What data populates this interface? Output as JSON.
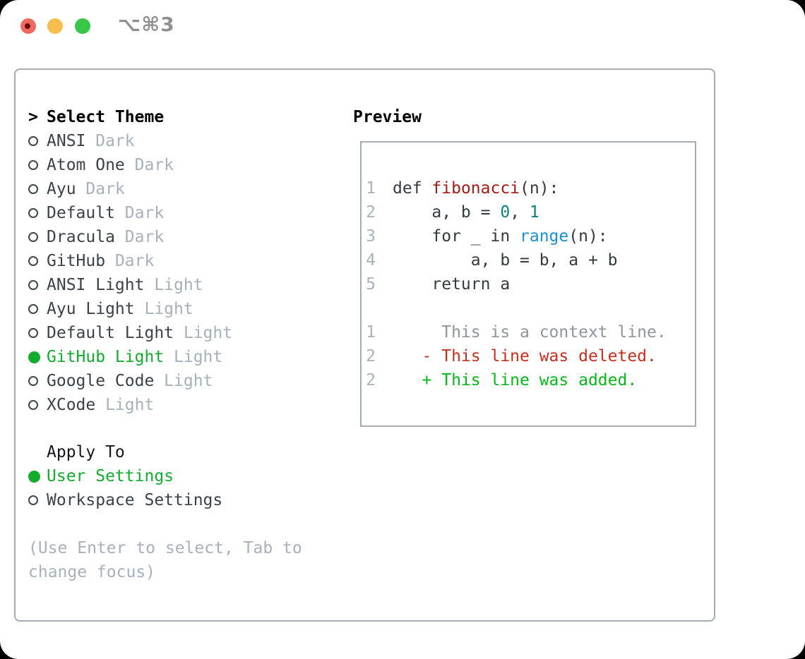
{
  "window": {
    "shortcut_label": "⌥⌘3",
    "traffic_lights": [
      "close",
      "minimize",
      "zoom"
    ]
  },
  "colors": {
    "code": "#333b42",
    "func": "#a51a12",
    "num": "#0c7f81",
    "builtin": "#1b90cf",
    "context": "#8d969e",
    "deleted": "#c62f1d",
    "added": "#06b71a",
    "selected_green": "#12ad2e",
    "item_text": "#3a424a",
    "tag_gray": "#a7b1bb",
    "traffic_red": "#ee6a5f",
    "traffic_yellow": "#f6bd4f",
    "traffic_green": "#37c648"
  },
  "theme_picker": {
    "prompt": ">",
    "title": "Select Theme",
    "themes": [
      {
        "name": "ANSI",
        "tag": "Dark",
        "selected": false
      },
      {
        "name": "Atom One",
        "tag": "Dark",
        "selected": false
      },
      {
        "name": "Ayu",
        "tag": "Dark",
        "selected": false
      },
      {
        "name": "Default",
        "tag": "Dark",
        "selected": false
      },
      {
        "name": "Dracula",
        "tag": "Dark",
        "selected": false
      },
      {
        "name": "GitHub",
        "tag": "Dark",
        "selected": false
      },
      {
        "name": "ANSI Light",
        "tag": "Light",
        "selected": false
      },
      {
        "name": "Ayu Light",
        "tag": "Light",
        "selected": false
      },
      {
        "name": "Default Light",
        "tag": "Light",
        "selected": false
      },
      {
        "name": "GitHub Light",
        "tag": "Light",
        "selected": true
      },
      {
        "name": "Google Code",
        "tag": "Light",
        "selected": false
      },
      {
        "name": "XCode",
        "tag": "Light",
        "selected": false
      }
    ],
    "apply_to": {
      "title": "Apply To",
      "options": [
        {
          "label": "User Settings",
          "selected": true
        },
        {
          "label": "Workspace Settings",
          "selected": false
        }
      ]
    },
    "help_text": "(Use Enter to select, Tab to change focus)"
  },
  "preview": {
    "title": "Preview",
    "code_lines": [
      {
        "num": "1",
        "segments": [
          {
            "t": "def ",
            "c": "code"
          },
          {
            "t": "fibonacci",
            "c": "func"
          },
          {
            "t": "(n):",
            "c": "code"
          }
        ]
      },
      {
        "num": "2",
        "segments": [
          {
            "t": "    a, b = ",
            "c": "code"
          },
          {
            "t": "0",
            "c": "num"
          },
          {
            "t": ", ",
            "c": "code"
          },
          {
            "t": "1",
            "c": "num"
          }
        ]
      },
      {
        "num": "3",
        "segments": [
          {
            "t": "    for _ in ",
            "c": "code"
          },
          {
            "t": "range",
            "c": "builtin"
          },
          {
            "t": "(n):",
            "c": "code"
          }
        ]
      },
      {
        "num": "4",
        "segments": [
          {
            "t": "        a, b = b, a + b",
            "c": "code"
          }
        ]
      },
      {
        "num": "5",
        "segments": [
          {
            "t": "    return a",
            "c": "code"
          }
        ]
      },
      {
        "num": "",
        "segments": []
      },
      {
        "num": "1",
        "segments": [
          {
            "t": "     This is a context line.",
            "c": "context"
          }
        ]
      },
      {
        "num": "2",
        "segments": [
          {
            "t": "   - This line was deleted.",
            "c": "deleted"
          }
        ]
      },
      {
        "num": "2",
        "segments": [
          {
            "t": "   + This line was added.",
            "c": "added"
          }
        ]
      }
    ]
  }
}
